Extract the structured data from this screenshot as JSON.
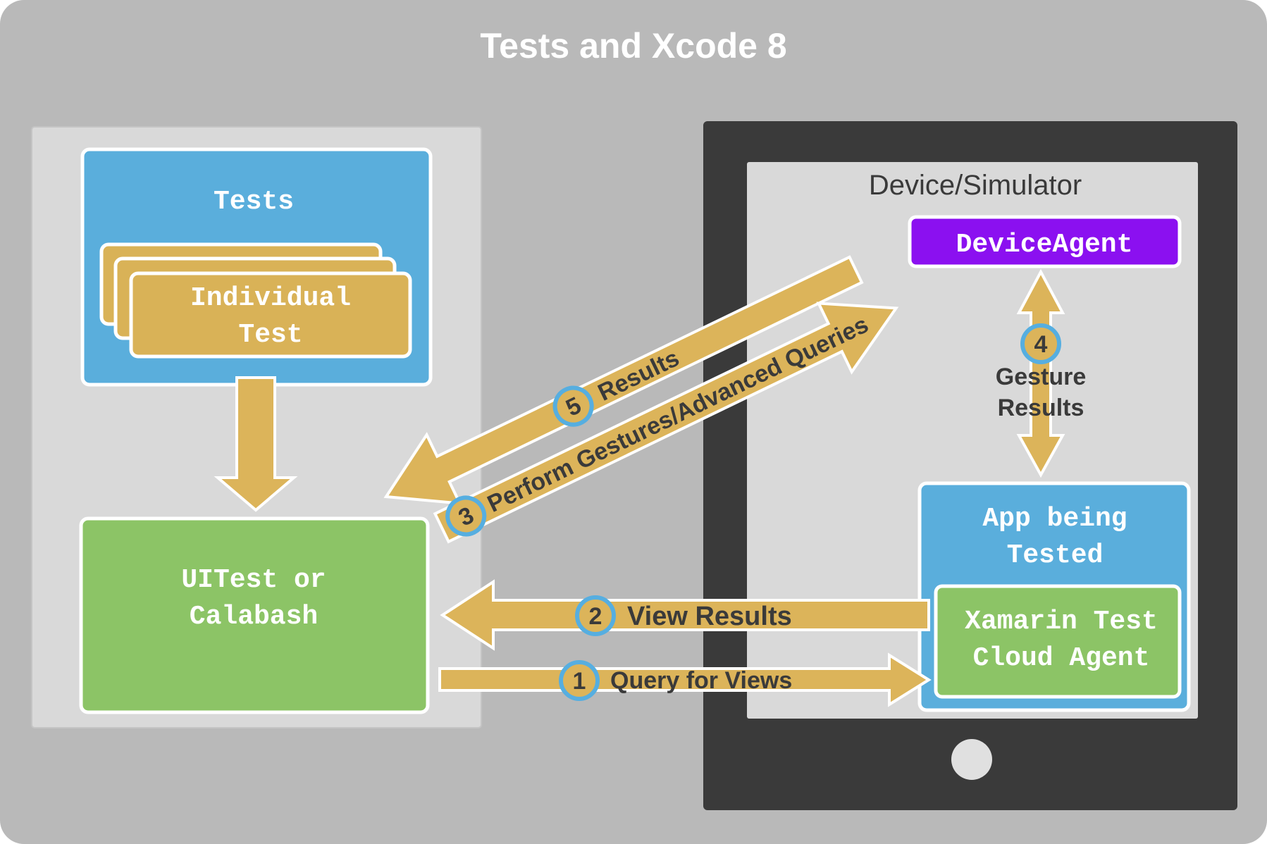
{
  "title": "Tests and Xcode 8",
  "tests_box": {
    "title": "Tests",
    "card_line1": "Individual",
    "card_line2": "Test"
  },
  "runner_box": {
    "line1": "UITest or",
    "line2": "Calabash"
  },
  "device": {
    "label": "Device/Simulator",
    "agent": "DeviceAgent",
    "app_line1": "App being",
    "app_line2": "Tested",
    "cloud_line1": "Xamarin Test",
    "cloud_line2": "Cloud Agent"
  },
  "steps": {
    "s1": {
      "num": "1",
      "label": "Query for Views"
    },
    "s2": {
      "num": "2",
      "label": "View Results"
    },
    "s3": {
      "num": "3",
      "label": "Perform Gestures/Advanced Queries"
    },
    "s4": {
      "num": "4",
      "label_line1": "Gesture",
      "label_line2": "Results"
    },
    "s5": {
      "num": "5",
      "label": "Results"
    }
  },
  "colors": {
    "background": "#b9b9b9",
    "panel": "#d9d9d9",
    "device_frame": "#3a3a3a",
    "tests_blue": "#5aaedc",
    "card_gold": "#d9b257",
    "runner_green": "#8cc466",
    "agent_purple": "#8b10f0",
    "arrow_gold": "#dcb45a",
    "step_ring": "#56aee0"
  }
}
